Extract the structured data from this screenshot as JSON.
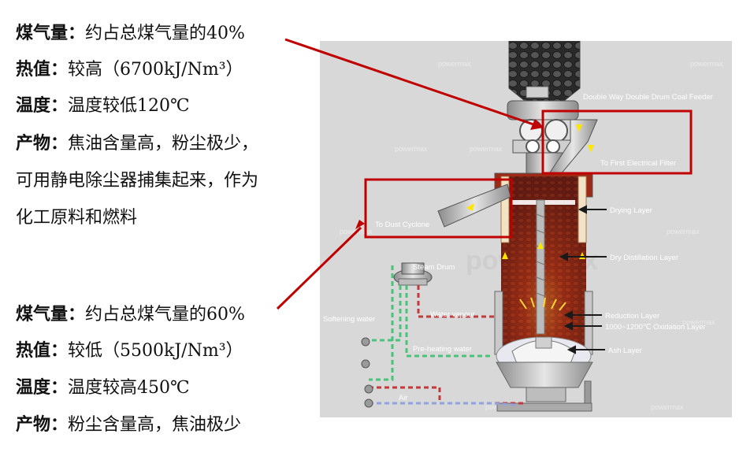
{
  "upper_gas": {
    "gas_label": "煤气量",
    "gas_value": "约占总煤气量的40%",
    "heat_label": "热值",
    "heat_value": "较高（6700kJ/Nm³）",
    "temp_label": "温度",
    "temp_value": "温度较低120℃",
    "product_label": "产物",
    "product_value": "焦油含量高，粉尘极少，",
    "product_line2": "可用静电除尘器捕集起来，作为",
    "product_line3": "化工原料和燃料"
  },
  "lower_gas": {
    "gas_label": "煤气量",
    "gas_value": "约占总煤气量的60%",
    "heat_label": "热值",
    "heat_value": "较低（5500kJ/Nm³）",
    "temp_label": "温度",
    "temp_value": "温度较高450℃",
    "product_label": "产物",
    "product_value": "粉尘含量高，焦油极少"
  },
  "colon": "：",
  "diagram": {
    "coal_feeder": "Double Way Double Drum Coal Feeder",
    "first_filter": "To First Electrical Filter",
    "dust_cyclone": "To Dust Cyclone",
    "drying_layer": "Drying Layer",
    "dry_distillation": "Dry Distillation Layer",
    "reduction_layer": "Reduction Layer",
    "oxidation_layer": "1000~1200℃ Oxidation Layer",
    "ash_layer": "Ash Layer",
    "steam_drum": "Steam Drum",
    "water_vapour": "Water vapour",
    "softening_water": "Softening water",
    "preheating_water": "Pre-heating water",
    "air": "Air",
    "watermark": "powermax",
    "highlight_color": "#c00000"
  }
}
